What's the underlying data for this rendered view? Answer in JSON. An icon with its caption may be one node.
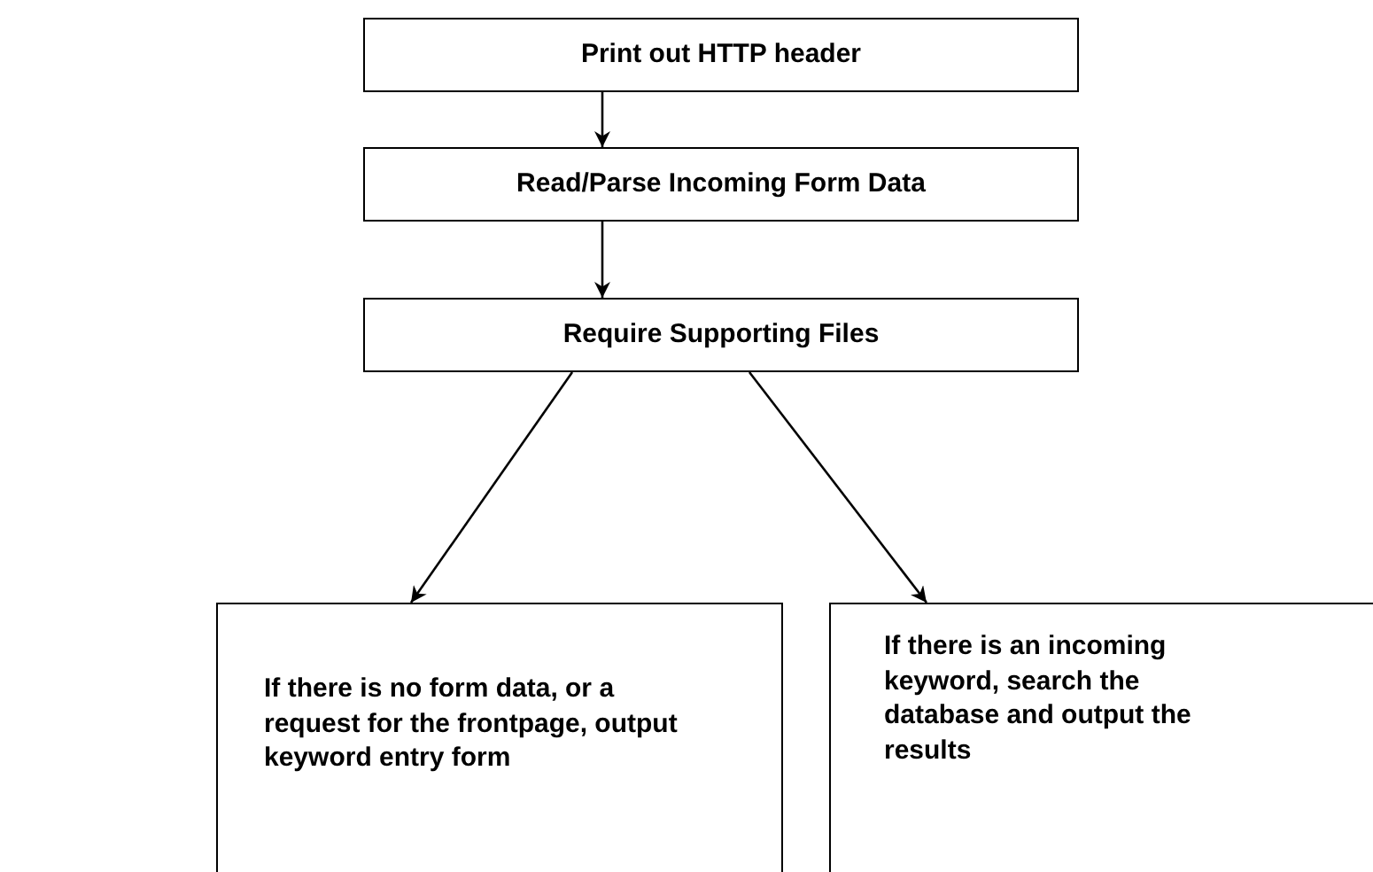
{
  "diagram": {
    "nodes": [
      {
        "text": [
          "Print out HTTP header"
        ]
      },
      {
        "text": [
          "Read/Parse Incoming Form Data"
        ]
      },
      {
        "text": [
          "Require Supporting Files"
        ]
      },
      {
        "text": [
          "If there is no form data, or a request for the frontpage, output keyword entry form"
        ]
      },
      {
        "text": [
          "If there is an incoming keyword, search the database and output the results"
        ]
      }
    ],
    "edges": [
      {
        "from": 0,
        "to": 1,
        "arrow": "to"
      },
      {
        "from": 1,
        "to": 2,
        "arrow": "to"
      },
      {
        "from": 2,
        "to": 3,
        "arrow": "to"
      },
      {
        "from": 2,
        "to": 4,
        "arrow": "to"
      }
    ]
  }
}
